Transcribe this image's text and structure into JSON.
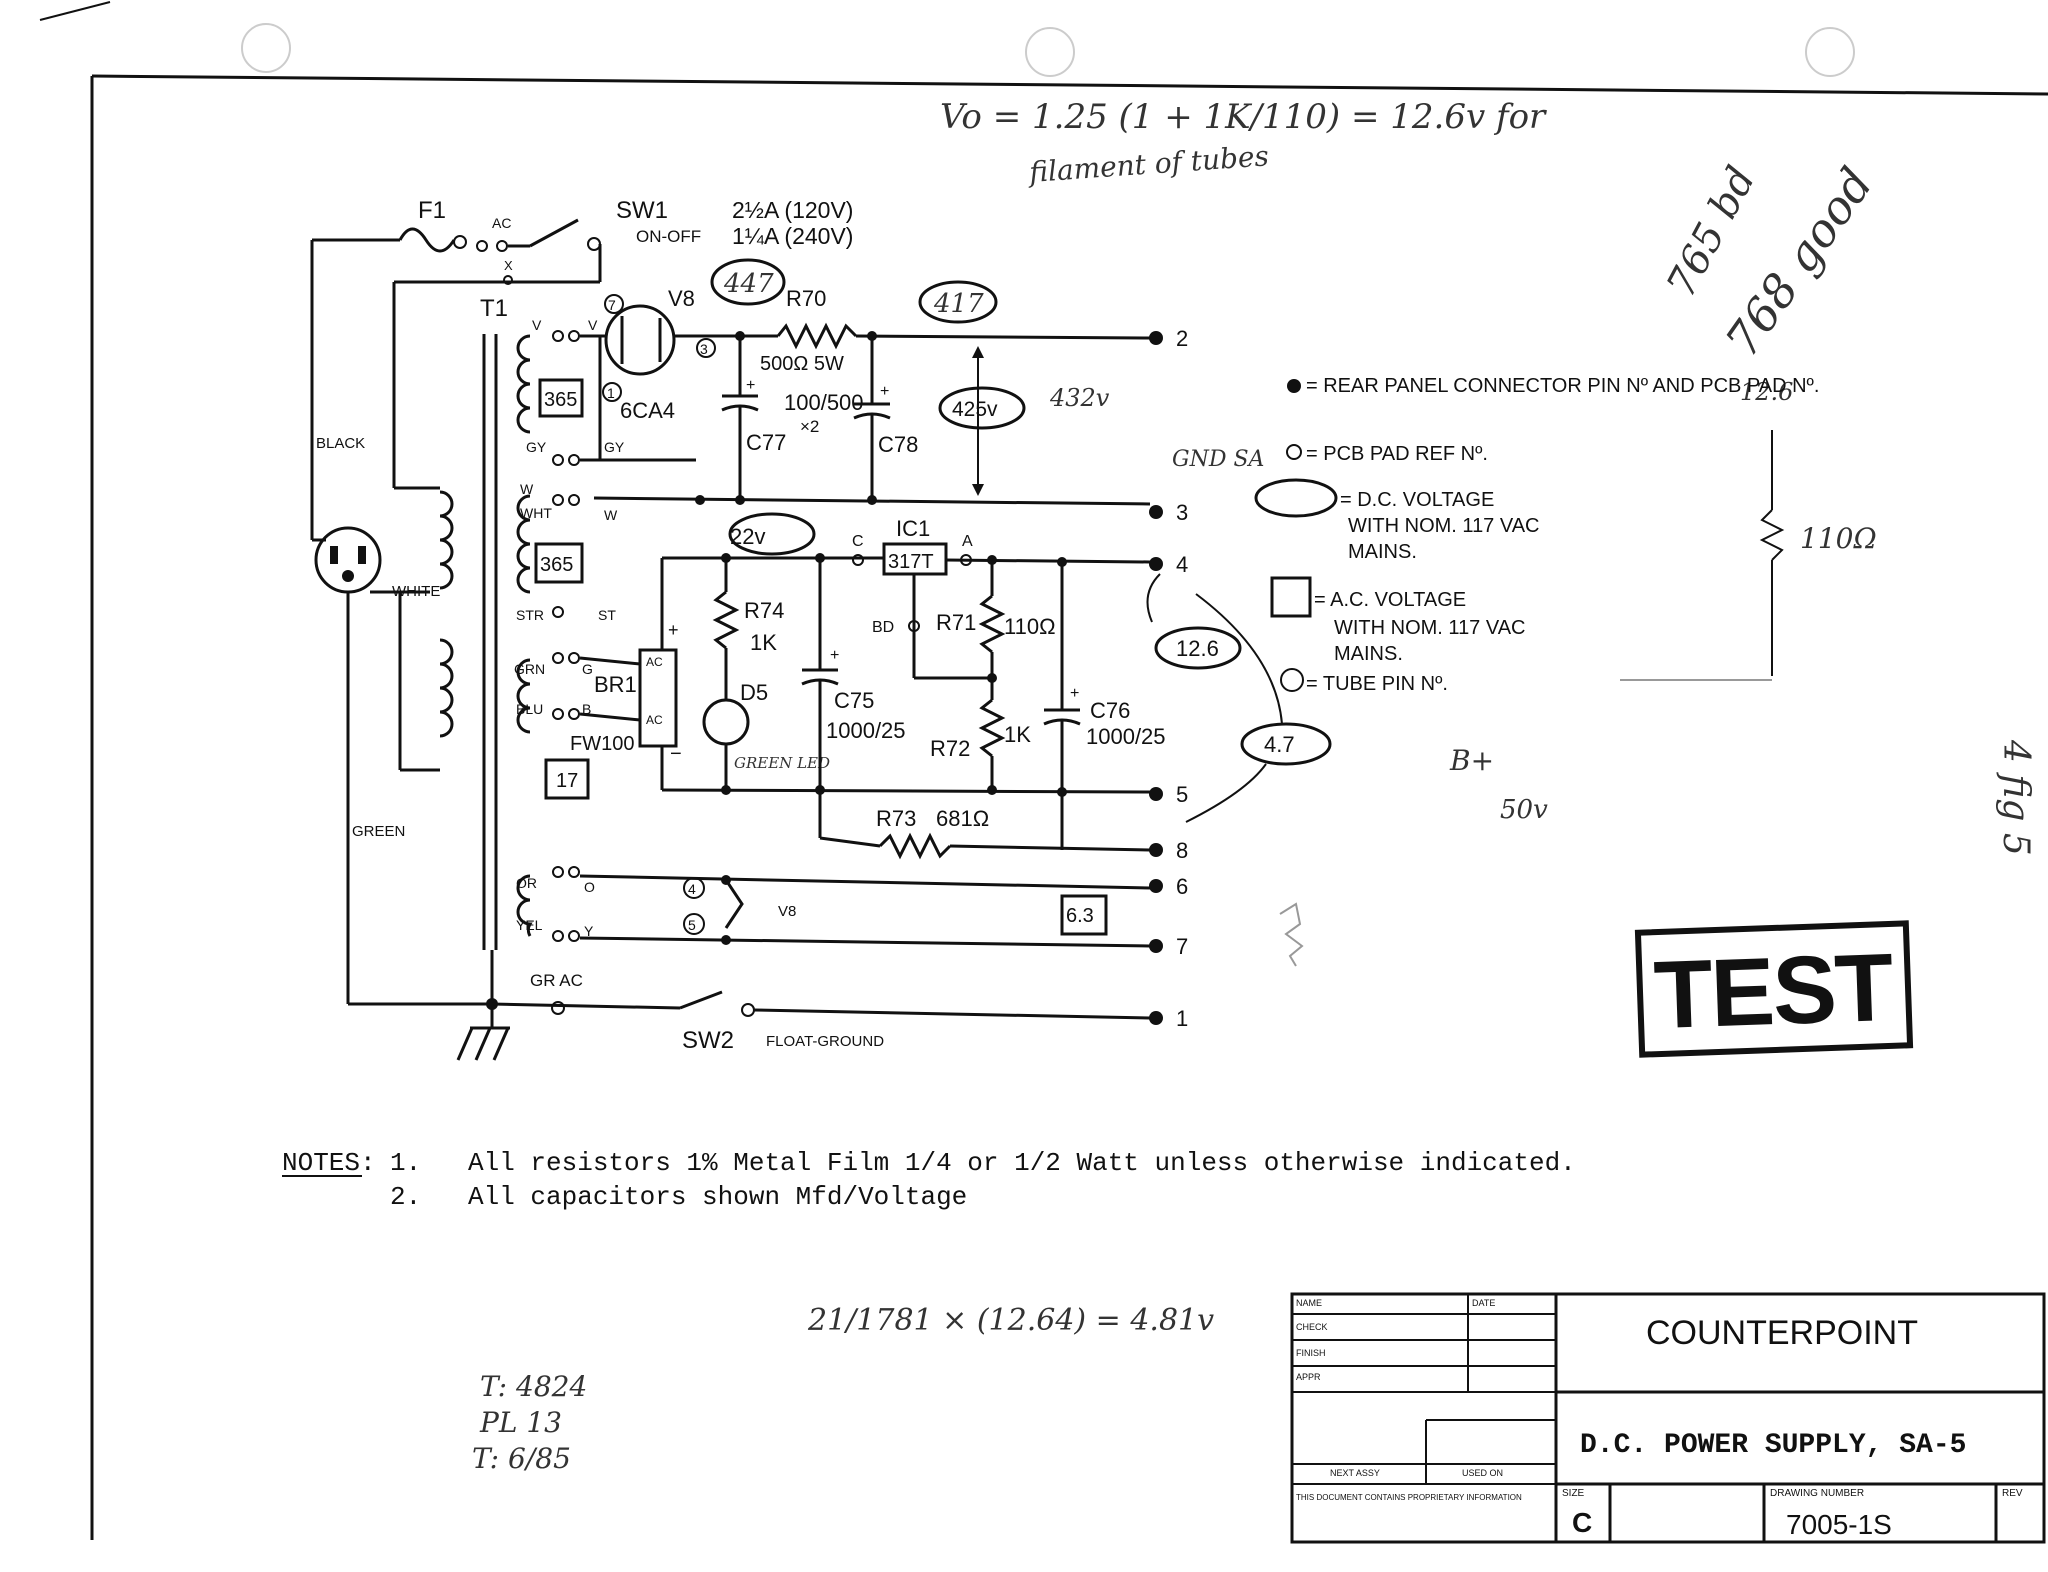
{
  "labels": {
    "f1": "F1",
    "ac_sw": "AC",
    "x_sw": "X",
    "sw1": "SW1",
    "on_off": "ON-OFF",
    "fuse_120": "2½A (120V)",
    "fuse_240": "1¼A (240V)",
    "t1": "T1",
    "v8": "V8",
    "tube": "6CA4",
    "r70": "R70",
    "r70_val": "500Ω 5W",
    "c77": "C77",
    "c77_val": "100/500",
    "x2": "×2",
    "c78": "C78",
    "dc_447": "447",
    "dc_417": "417",
    "dc_425": "425v",
    "hw_432": "432v",
    "ac_365a": "365",
    "ac_365b": "365",
    "ac_17": "17",
    "ac_63": "6.3",
    "pin7": "7",
    "pin1": "1",
    "pin3": "3",
    "pin4": "4",
    "pin5": "5",
    "lead_v1": "V",
    "lead_v2": "V",
    "lead_gy1": "GY",
    "lead_gy2": "GY",
    "lead_w1": "W",
    "lead_wht": "WHT",
    "lead_w2": "W",
    "lead_str": "STR",
    "lead_st": "ST",
    "lead_grn": "GRN",
    "lead_g": "G",
    "lead_blu": "BLU",
    "lead_b": "B",
    "lead_or": "OR",
    "lead_o": "O",
    "lead_yel": "YEL",
    "lead_y": "Y",
    "black": "BLACK",
    "white": "WHITE",
    "green": "GREEN",
    "br1": "BR1",
    "br_ac1": "AC",
    "br_ac2": "AC",
    "fw100": "FW100",
    "plus": "+",
    "minus": "−",
    "dc_22": "22v",
    "ic1": "IC1",
    "ic1_part": "317T",
    "ic_c": "C",
    "ic_a": "A",
    "ic_bd": "BD",
    "r74": "R74",
    "r74_val": "1K",
    "d5": "D5",
    "green_led": "GREEN LED",
    "c75": "C75",
    "c75_val": "1000/25",
    "r71": "R71",
    "r71_val": "110Ω",
    "r72": "R72",
    "r72_val": "1K",
    "c76": "C76",
    "c76_val": "1000/25",
    "r73": "R73",
    "r73_val": "681Ω",
    "dc_126": "12.6",
    "dc_47": "4.7",
    "v8_fil": "V8",
    "gr_ac": "GR AC",
    "sw2": "SW2",
    "float_ground": "FLOAT-GROUND",
    "out": [
      "2",
      "3",
      "4",
      "5",
      "8",
      "6",
      "7",
      "1"
    ]
  },
  "legend": {
    "pin": "= REAR PANEL CONNECTOR PIN Nº AND PCB PAD Nº.",
    "pad": "= PCB PAD REF Nº.",
    "dc_line1": "= D.C. VOLTAGE",
    "dc_line2": "WITH NOM. 117 VAC",
    "dc_line3": "MAINS.",
    "ac_line1": "= A.C. VOLTAGE",
    "ac_line2": "WITH NOM. 117 VAC",
    "ac_line3": "MAINS.",
    "tube": "= TUBE PIN Nº."
  },
  "handwritten": {
    "formula_top": "Vo = 1.25 (1 + 1K/110) = 12.6v for",
    "filament": "filament of tubes",
    "n765": "765 bd",
    "n768": "768 good",
    "n126": "12.6",
    "n110": "110Ω",
    "gnd_sa": "GND SA",
    "bplus": "B+",
    "n50": "50v",
    "side": "4 fig 5",
    "calc": "21/1781 × (12.64) = 4.81v",
    "l1": "T: 4824",
    "l2": "PL 13",
    "l3": "T: 6/85"
  },
  "stamp": "TEST",
  "notes": {
    "heading": "NOTES:",
    "n1_num": "1.",
    "n1": "All resistors 1% Metal Film 1/4 or 1/2 Watt unless otherwise indicated.",
    "n2_num": "2.",
    "n2": "All capacitors shown Mfd/Voltage"
  },
  "title_block": {
    "company": "COUNTERPOINT",
    "title": "D.C. POWER SUPPLY, SA-5",
    "size_label": "SIZE",
    "size": "C",
    "dwg_label": "DRAWING NUMBER",
    "dwg_number": "7005-1S",
    "rev_label": "REV",
    "name": "NAME",
    "date": "DATE",
    "checked": "CHECK",
    "finish": "FINISH",
    "appr": "APPR",
    "next_assy": "NEXT ASSY",
    "used_on": "USED ON",
    "proprietary": "THIS DOCUMENT CONTAINS PROPRIETARY INFORMATION"
  }
}
